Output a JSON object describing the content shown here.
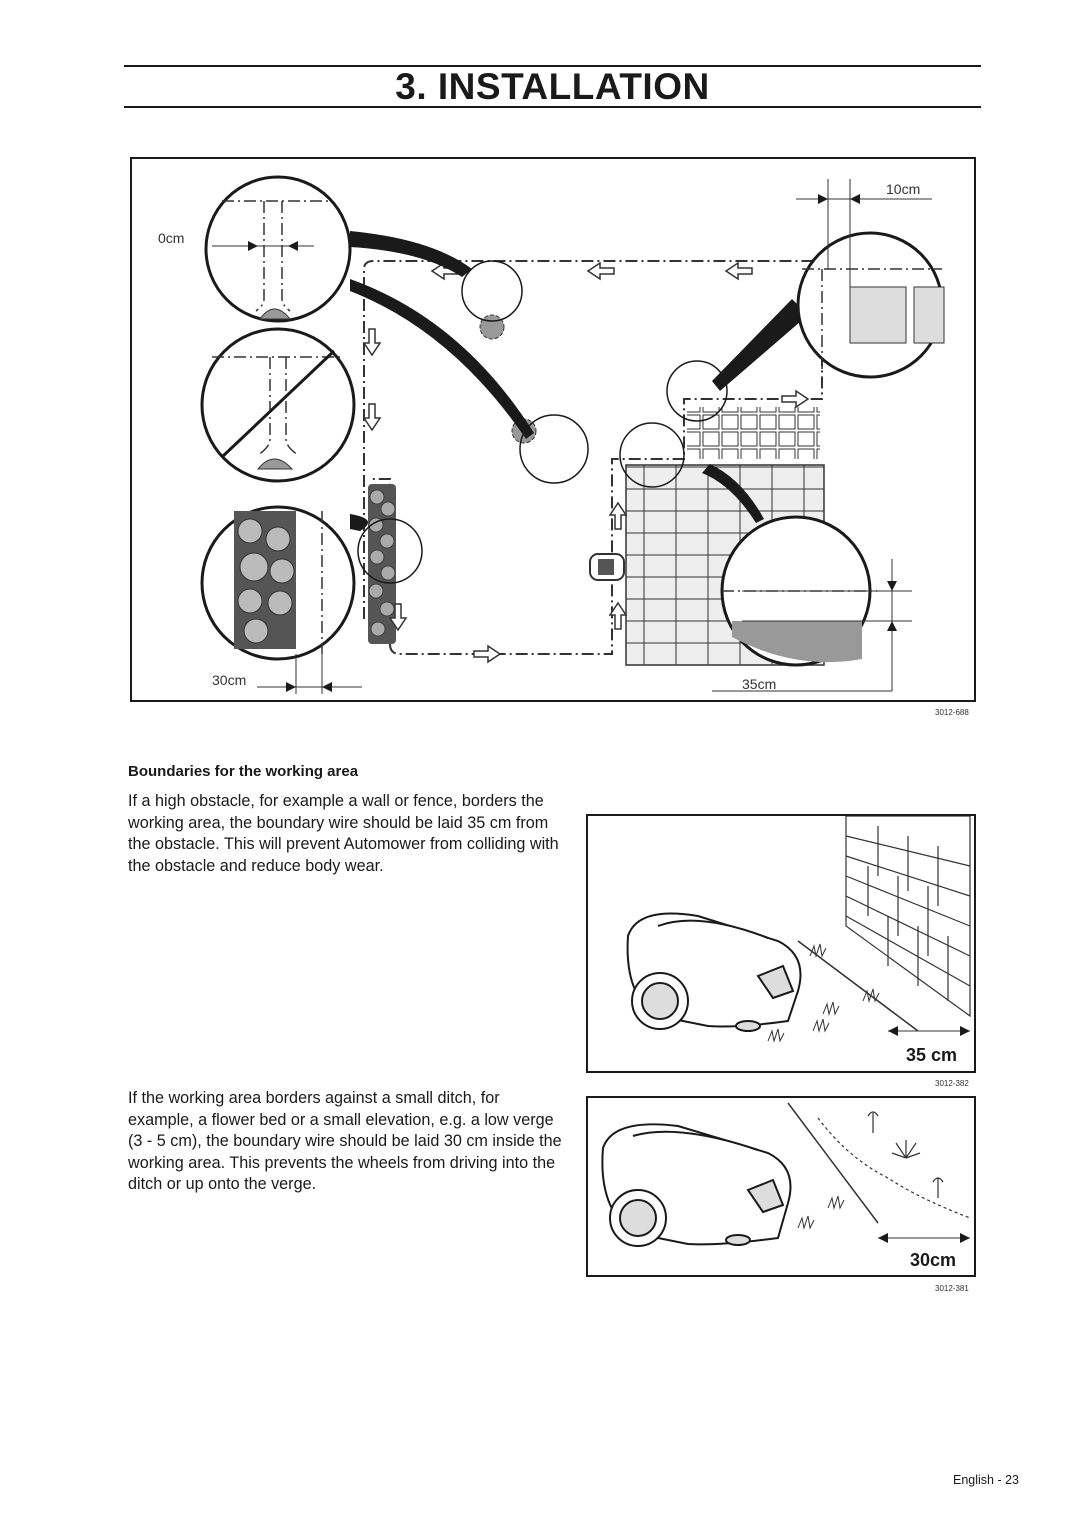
{
  "header": {
    "title": "3. INSTALLATION"
  },
  "figures": {
    "main": {
      "code": "3012-688",
      "label_0cm": "0cm",
      "label_10cm": "10cm",
      "label_30cm": "30cm",
      "label_35cm": "35cm"
    },
    "wall": {
      "code": "3012-382",
      "distance_label": "35 cm"
    },
    "ditch": {
      "code": "3012-381",
      "distance_label": "30cm"
    }
  },
  "section": {
    "heading": "Boundaries for the working area",
    "paragraph_1": "If a high obstacle, for example a wall or fence, borders the working area, the boundary wire should be laid 35 cm from the obstacle. This will prevent Automower from colliding with the obstacle and reduce body wear.",
    "paragraph_2": "If the working area borders against a small ditch, for example, a flower bed or a small elevation, e.g. a low verge (3 - 5 cm), the boundary wire should be laid 30 cm inside the working area. This prevents the wheels from driving into the ditch or up onto the verge."
  },
  "footer": {
    "page_label": "English - 23"
  }
}
